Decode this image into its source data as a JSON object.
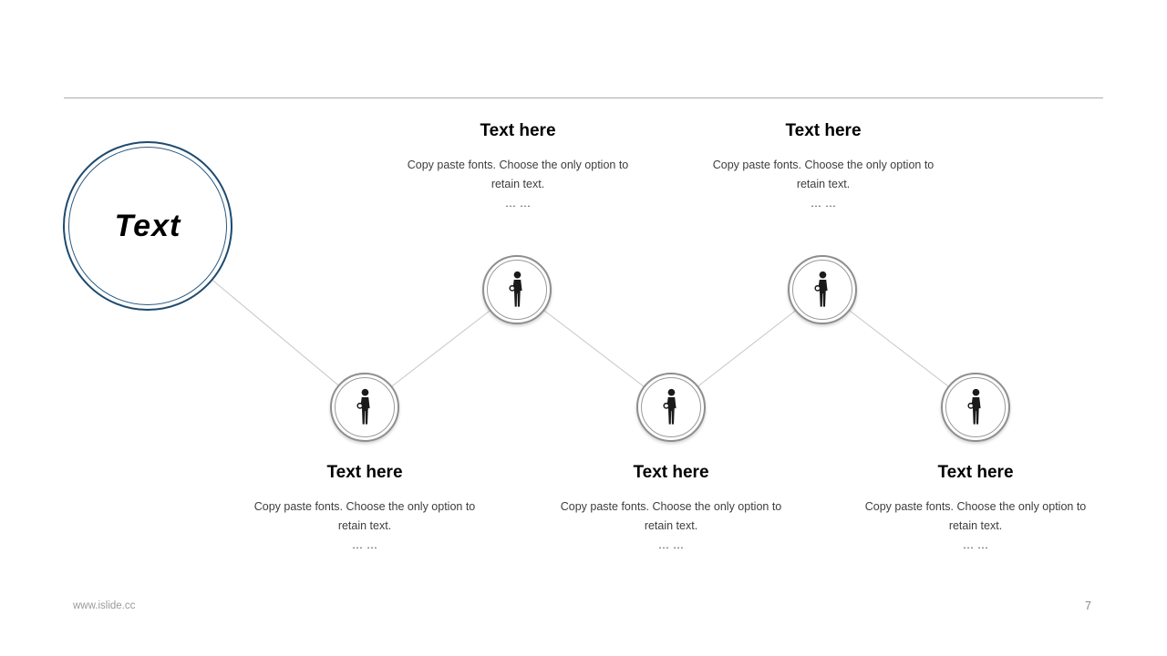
{
  "slide": {
    "footer_url": "www.islide.cc",
    "page_number": "7"
  },
  "hub": {
    "label": "Text"
  },
  "colors": {
    "hub_ring": "#1d4a6e",
    "node_ring": "#8e8e8e",
    "connector": "#c6c6c6"
  },
  "icons": {
    "node_icon": "person-icon"
  },
  "items": [
    {
      "position": "top-left",
      "title": "Text here",
      "body": "Copy paste fonts. Choose the only option to retain text.",
      "ellipsis": "… …"
    },
    {
      "position": "top-right",
      "title": "Text here",
      "body": "Copy paste fonts. Choose the only option to retain text.",
      "ellipsis": "… …"
    },
    {
      "position": "bottom-left",
      "title": "Text here",
      "body": "Copy paste fonts. Choose the only option to retain text.",
      "ellipsis": "… …"
    },
    {
      "position": "bottom-mid",
      "title": "Text here",
      "body": "Copy paste fonts. Choose the only option to retain text.",
      "ellipsis": "… …"
    },
    {
      "position": "bottom-right",
      "title": "Text here",
      "body": "Copy paste fonts. Choose the only option to retain text.",
      "ellipsis": "… …"
    }
  ]
}
